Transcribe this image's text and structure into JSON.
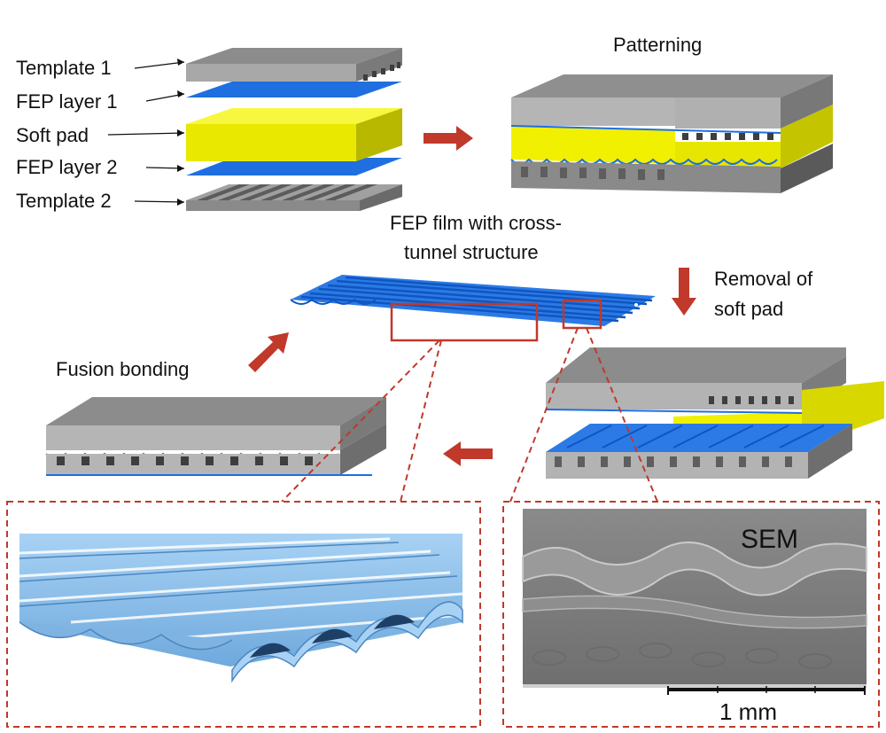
{
  "layer_labels": {
    "template1": "Template 1",
    "fep1": "FEP layer 1",
    "softpad": "Soft pad",
    "fep2": "FEP layer 2",
    "template2": "Template 2"
  },
  "steps": {
    "patterning": "Patterning",
    "film_line1": "FEP film with cross-",
    "film_line2": "tunnel structure",
    "removal_line1": "Removal of",
    "removal_line2": "soft pad",
    "fusion": "Fusion bonding"
  },
  "sem": {
    "label": "SEM",
    "scale_label": "1 mm"
  },
  "colors": {
    "template_top": "#8c8c8c",
    "template_side": "#a9a9a9",
    "template_dark": "#6e6e6e",
    "fep_blue": "#1f6fe0",
    "softpad_yellow": "#f0f000",
    "arrow_red": "#c0392b",
    "dashed_red": "#c0392b",
    "inset_blue": "#8cc2ee"
  }
}
